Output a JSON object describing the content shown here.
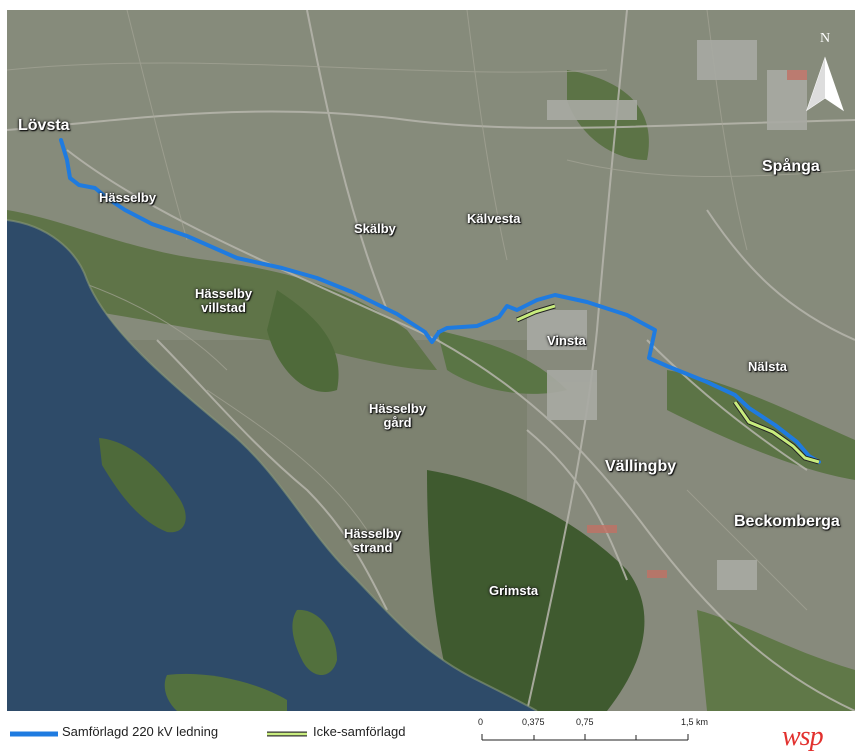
{
  "places": [
    {
      "name": "Lövsta",
      "size": "big"
    },
    {
      "name": "Hässelby",
      "size": "normal"
    },
    {
      "name": "Skälby",
      "size": "normal"
    },
    {
      "name": "Kälvesta",
      "size": "normal"
    },
    {
      "name": "Spånga",
      "size": "big"
    },
    {
      "name": "Hässelby\nvillstad",
      "size": "normal"
    },
    {
      "name": "Vinsta",
      "size": "normal"
    },
    {
      "name": "Nälsta",
      "size": "normal"
    },
    {
      "name": "Hässelby\ngård",
      "size": "normal"
    },
    {
      "name": "Vällingby",
      "size": "big"
    },
    {
      "name": "Beckomberga",
      "size": "big"
    },
    {
      "name": "Hässelby\nstrand",
      "size": "normal"
    },
    {
      "name": "Grimsta",
      "size": "normal"
    }
  ],
  "north_label": "N",
  "legend": {
    "items": [
      {
        "label": "Samförlagd 220 kV ledning",
        "color": "#1f7be0"
      },
      {
        "label": "Icke-samförlagd",
        "color": "#b7e07a"
      }
    ],
    "scale_labels": [
      "0",
      "0,375",
      "0,75",
      "1,5 km"
    ],
    "logo": "wsp"
  },
  "colors": {
    "cable": "#1f7be0",
    "non_co_located": "#c8ec7e",
    "water": "#2d4a68",
    "forest": "#4e6a3a",
    "urban": "#8b8f80"
  }
}
